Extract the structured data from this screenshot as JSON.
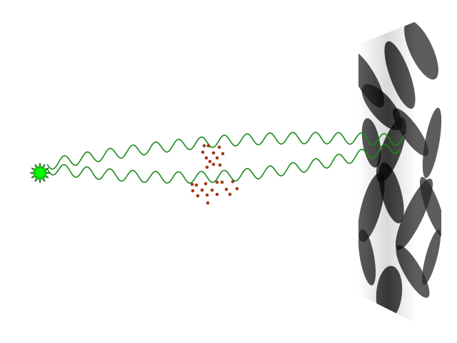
{
  "diagram": {
    "source": {
      "icon": "starburst-icon",
      "fill": "#00ff00",
      "stroke": "#1a6b1a"
    },
    "beams": [
      {
        "name": "upper",
        "color": "#1a8a1a"
      },
      {
        "name": "lower",
        "color": "#1a8a1a"
      }
    ],
    "particle_clusters": [
      {
        "name": "upper",
        "dot_color": "#a33a1a",
        "dot_count": 12
      },
      {
        "name": "lower",
        "dot_color": "#a33a1a",
        "dot_count": 16
      }
    ],
    "screen": {
      "pattern": "interference-fringes",
      "colors": [
        "#000000",
        "#ffffff"
      ]
    }
  }
}
